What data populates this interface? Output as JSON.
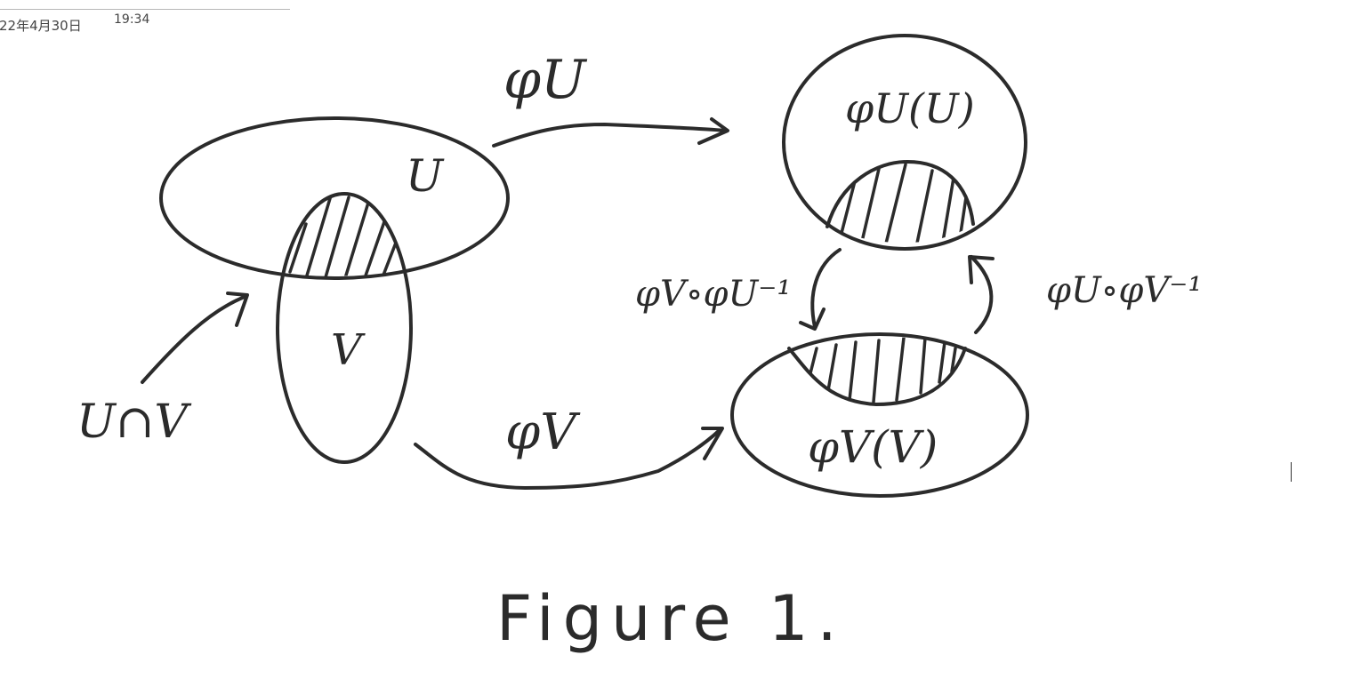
{
  "page_header": {
    "date": "22年4月30日",
    "time": "19:34"
  },
  "labels": {
    "set_u": "U",
    "set_v": "V",
    "intersection": "U∩V",
    "map_top": "φU",
    "map_bottom": "φV",
    "image_top": "φU(U)",
    "image_bottom": "φV(V)",
    "transition_left": "φV∘φU⁻¹",
    "transition_right": "φU∘φV⁻¹"
  },
  "caption": "Figure 1."
}
